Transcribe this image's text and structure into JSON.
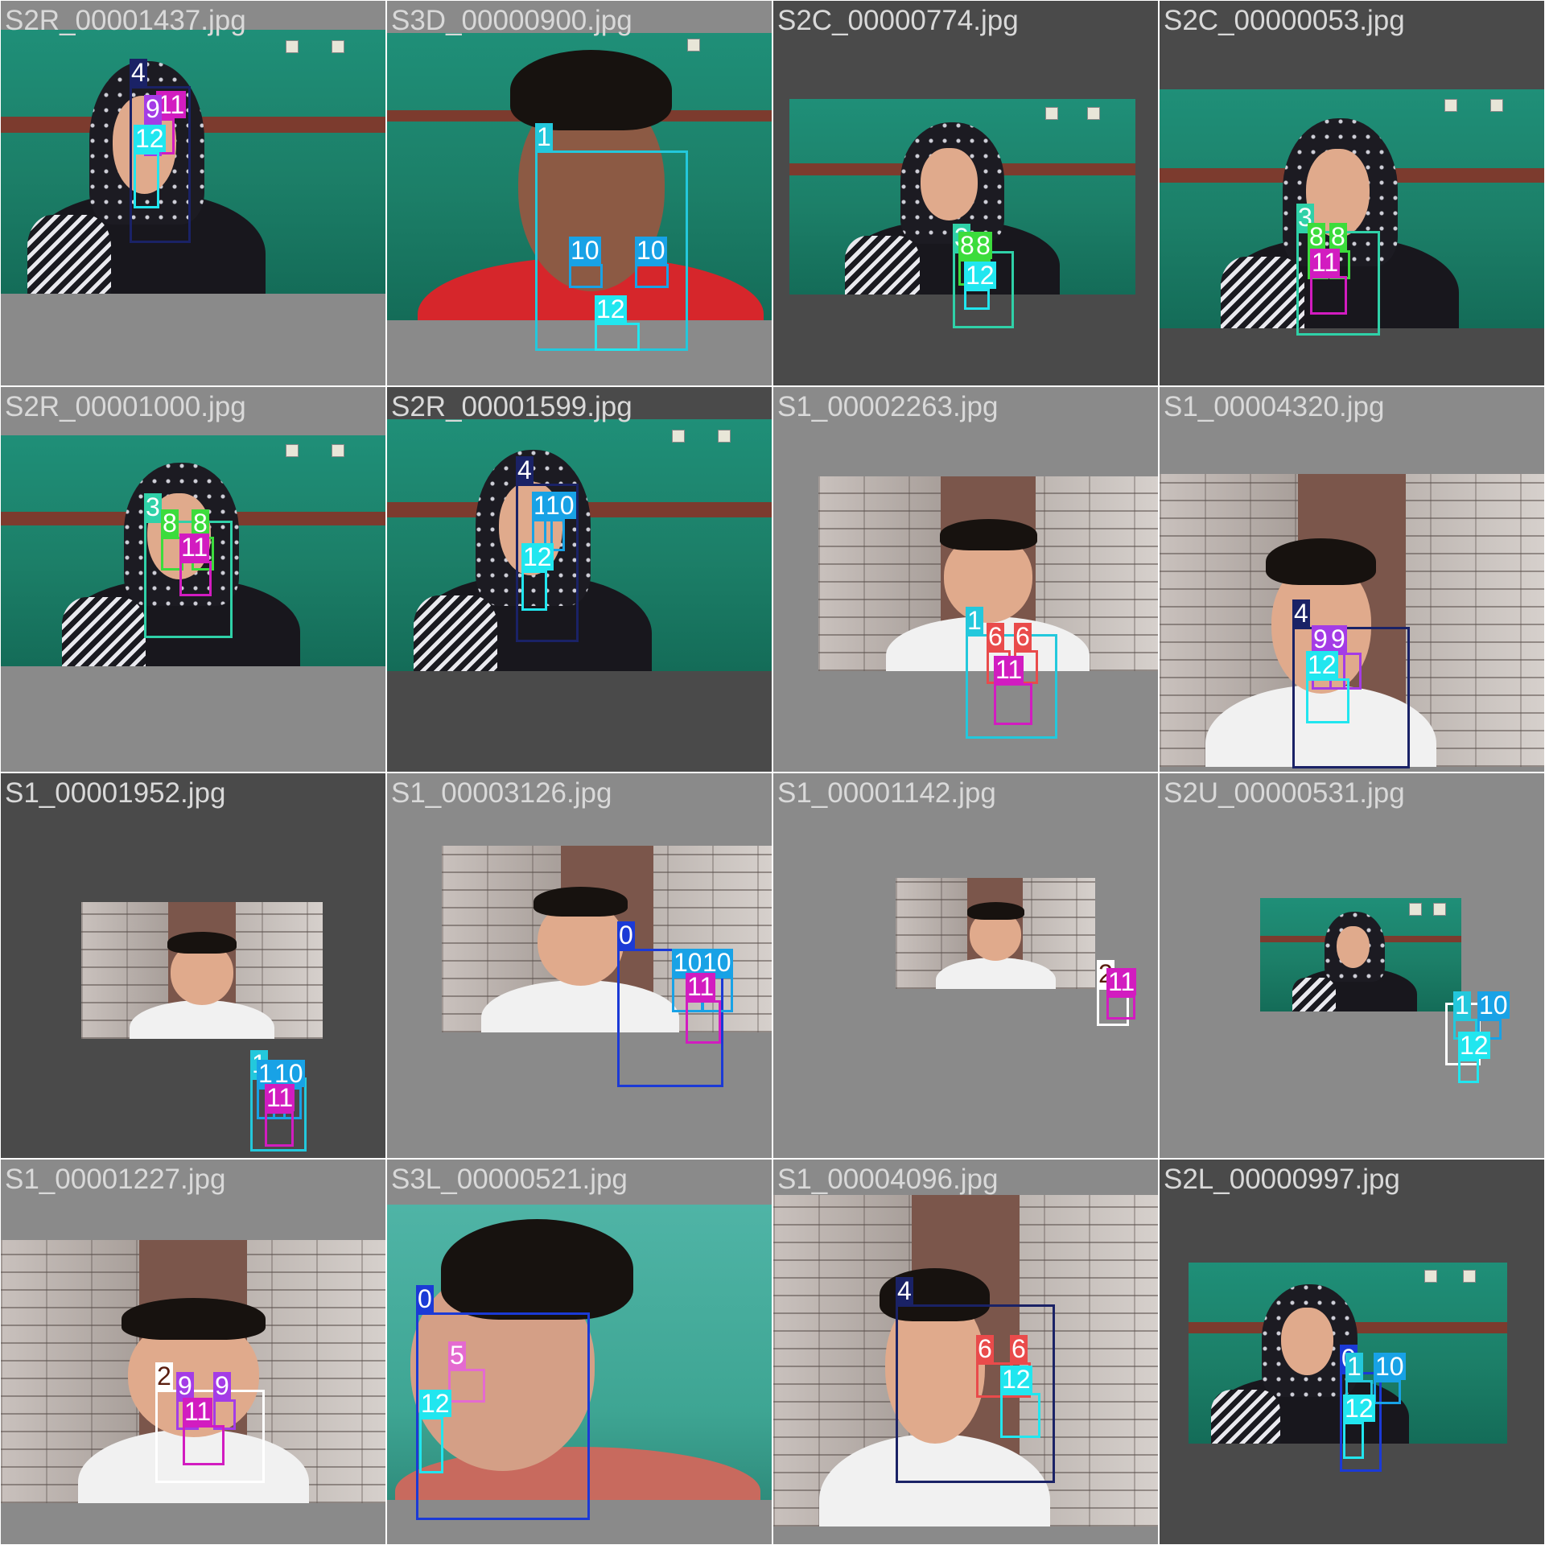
{
  "class_colors": {
    "0": "#1b3ad6",
    "1": "#23c8dc",
    "2": "#ffffff",
    "3": "#2fd1a8",
    "4": "#1a2266",
    "5": "#e46ad0",
    "6": "#e94b4b",
    "8": "#3cdc3c",
    "9": "#a43ce6",
    "10": "#18a2e6",
    "11": "#d21cc0",
    "12": "#21e6ef"
  },
  "label_text_colors": {
    "2": "#5a1e10"
  },
  "tiles": [
    {
      "file_name": "S2R_00001437.jpg",
      "tile_bg": "gray",
      "scene": "hijab-side",
      "boxes": [
        {
          "class": "4",
          "label": "4"
        },
        {
          "class": "11",
          "label": "11"
        },
        {
          "class": "9",
          "label": "9"
        },
        {
          "class": "12",
          "label": "12"
        }
      ]
    },
    {
      "file_name": "S3D_00000900.jpg",
      "tile_bg": "gray",
      "scene": "man-close",
      "boxes": [
        {
          "class": "1",
          "label": "1"
        },
        {
          "class": "10",
          "label": "10"
        },
        {
          "class": "10",
          "label": "10"
        },
        {
          "class": "12",
          "label": "12"
        }
      ]
    },
    {
      "file_name": "S2C_00000774.jpg",
      "tile_bg": "dark",
      "scene": "hijab-front-small",
      "boxes": [
        {
          "class": "3",
          "label": "3"
        },
        {
          "class": "8",
          "label": "8"
        },
        {
          "class": "8",
          "label": "8"
        },
        {
          "class": "12",
          "label": "12"
        }
      ]
    },
    {
      "file_name": "S2C_00000053.jpg",
      "tile_bg": "dark",
      "scene": "hijab-front",
      "boxes": [
        {
          "class": "3",
          "label": "3"
        },
        {
          "class": "8",
          "label": "8"
        },
        {
          "class": "8",
          "label": "8"
        },
        {
          "class": "11",
          "label": "11"
        }
      ]
    },
    {
      "file_name": "S2R_00001000.jpg",
      "tile_bg": "gray",
      "scene": "hijab-front",
      "boxes": [
        {
          "class": "3",
          "label": "3"
        },
        {
          "class": "8",
          "label": "8"
        },
        {
          "class": "8",
          "label": "8"
        },
        {
          "class": "11",
          "label": "11"
        }
      ]
    },
    {
      "file_name": "S2R_00001599.jpg",
      "tile_bg": "dark",
      "scene": "hijab-side",
      "boxes": [
        {
          "class": "4",
          "label": "4"
        },
        {
          "class": "10",
          "label": "10"
        },
        {
          "class": "10",
          "label": "10"
        },
        {
          "class": "12",
          "label": "12"
        }
      ]
    },
    {
      "file_name": "S1_00002263.jpg",
      "tile_bg": "gray",
      "scene": "man-brick",
      "boxes": [
        {
          "class": "1",
          "label": "1"
        },
        {
          "class": "6",
          "label": "6"
        },
        {
          "class": "6",
          "label": "6"
        },
        {
          "class": "11",
          "label": "11"
        }
      ]
    },
    {
      "file_name": "S1_00004320.jpg",
      "tile_bg": "gray",
      "scene": "man-brick-side",
      "boxes": [
        {
          "class": "4",
          "label": "4"
        },
        {
          "class": "9",
          "label": "9"
        },
        {
          "class": "9",
          "label": "9"
        },
        {
          "class": "12",
          "label": "12"
        }
      ]
    },
    {
      "file_name": "S1_00001952.jpg",
      "tile_bg": "dark",
      "scene": "man-brick-small",
      "boxes": [
        {
          "class": "1",
          "label": "1"
        },
        {
          "class": "10",
          "label": "10"
        },
        {
          "class": "10",
          "label": "10"
        },
        {
          "class": "11",
          "label": "11"
        }
      ]
    },
    {
      "file_name": "S1_00003126.jpg",
      "tile_bg": "gray",
      "scene": "man-brick-side",
      "boxes": [
        {
          "class": "0",
          "label": "0"
        },
        {
          "class": "10",
          "label": "10"
        },
        {
          "class": "10",
          "label": "10"
        },
        {
          "class": "11",
          "label": "11"
        }
      ]
    },
    {
      "file_name": "S1_00001142.jpg",
      "tile_bg": "gray",
      "scene": "man-brick-small",
      "boxes": [
        {
          "class": "2",
          "label": "2"
        },
        {
          "class": "11",
          "label": "11"
        }
      ]
    },
    {
      "file_name": "S2U_00000531.jpg",
      "tile_bg": "gray",
      "scene": "hijab-small",
      "boxes": [
        {
          "class": "2",
          "label": ""
        },
        {
          "class": "1",
          "label": "1"
        },
        {
          "class": "10",
          "label": "10"
        },
        {
          "class": "12",
          "label": "12"
        }
      ]
    },
    {
      "file_name": "S1_00001227.jpg",
      "tile_bg": "gray",
      "scene": "man-brick-close",
      "boxes": [
        {
          "class": "2",
          "label": "2"
        },
        {
          "class": "9",
          "label": "9"
        },
        {
          "class": "9",
          "label": "9"
        },
        {
          "class": "11",
          "label": "11"
        }
      ]
    },
    {
      "file_name": "S3L_00000521.jpg",
      "tile_bg": "gray",
      "scene": "man-glasses",
      "boxes": [
        {
          "class": "0",
          "label": "0"
        },
        {
          "class": "5",
          "label": "5"
        },
        {
          "class": "12",
          "label": "12"
        }
      ]
    },
    {
      "file_name": "S1_00004096.jpg",
      "tile_bg": "gray",
      "scene": "man-brick-side",
      "boxes": [
        {
          "class": "4",
          "label": "4"
        },
        {
          "class": "6",
          "label": "6"
        },
        {
          "class": "6",
          "label": "6"
        },
        {
          "class": "12",
          "label": "12"
        }
      ]
    },
    {
      "file_name": "S2L_00000997.jpg",
      "tile_bg": "dark",
      "scene": "hijab-side",
      "boxes": [
        {
          "class": "0",
          "label": "0"
        },
        {
          "class": "1",
          "label": "1"
        },
        {
          "class": "10",
          "label": "10"
        },
        {
          "class": "12",
          "label": "12"
        }
      ]
    }
  ]
}
